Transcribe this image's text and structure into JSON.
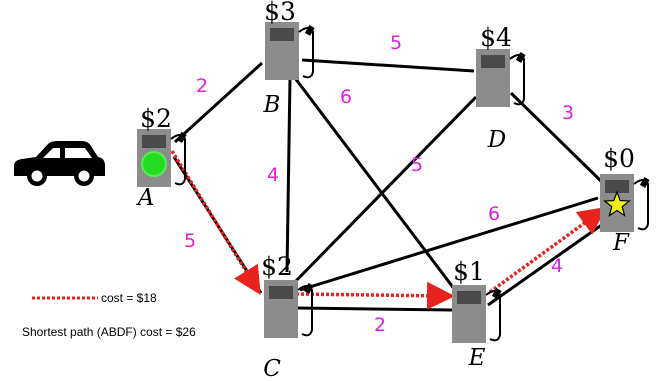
{
  "nodes": [
    {
      "id": "A",
      "label": "A",
      "price": "$2"
    },
    {
      "id": "B",
      "label": "B",
      "price": "$3"
    },
    {
      "id": "C",
      "label": "C",
      "price": "$2"
    },
    {
      "id": "D",
      "label": "D",
      "price": "$4"
    },
    {
      "id": "E",
      "label": "E",
      "price": "$1"
    },
    {
      "id": "F",
      "label": "F",
      "price": "$0"
    }
  ],
  "edges": [
    {
      "from": "A",
      "to": "B",
      "weight": "2"
    },
    {
      "from": "A",
      "to": "C",
      "weight": "5"
    },
    {
      "from": "B",
      "to": "C",
      "weight": "4"
    },
    {
      "from": "B",
      "to": "D",
      "weight": "5"
    },
    {
      "from": "B",
      "to": "E",
      "weight": "6"
    },
    {
      "from": "C",
      "to": "D",
      "weight": "5"
    },
    {
      "from": "C",
      "to": "E",
      "weight": "2"
    },
    {
      "from": "C",
      "to": "F",
      "weight": "6"
    },
    {
      "from": "D",
      "to": "F",
      "weight": "3"
    },
    {
      "from": "E",
      "to": "F",
      "weight": "4"
    }
  ],
  "optimal_path": [
    "A",
    "C",
    "E",
    "F"
  ],
  "start_node": "A",
  "goal_node": "F",
  "legend": {
    "optimal_label": "cost = $18",
    "shortest_label": "Shortest path (ABDF) cost = $26"
  },
  "colors": {
    "weight_text": "#e020e0",
    "optimal_path": "#e8221c",
    "edge": "#000000",
    "pump_body": "#8c8c8c",
    "start_marker": "#22dd22",
    "goal_star": "#f2ee1a"
  },
  "icons": {
    "vehicle": "car-icon",
    "station": "gas-pump-icon",
    "start": "green-dot-icon",
    "goal": "star-icon"
  }
}
